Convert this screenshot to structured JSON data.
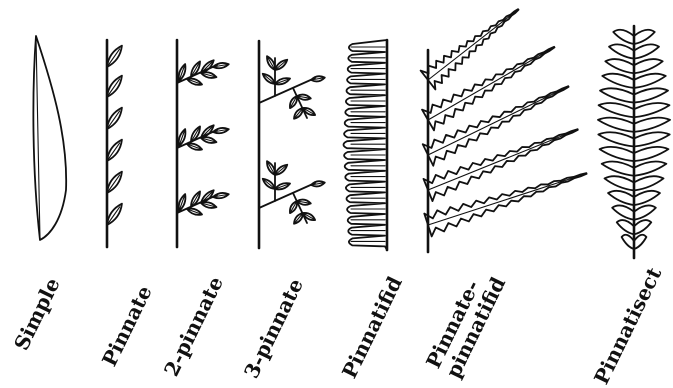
{
  "figure": {
    "types": [
      {
        "id": "simple",
        "label": [
          "Simple"
        ]
      },
      {
        "id": "pinnate",
        "label": [
          "Pinnate"
        ]
      },
      {
        "id": "2-pinnate",
        "label": [
          "2-pinnate"
        ]
      },
      {
        "id": "3-pinnate",
        "label": [
          "3-pinnate"
        ]
      },
      {
        "id": "pinnatifid",
        "label": [
          "Pinnatifid"
        ]
      },
      {
        "id": "pinnate-pinnatifid",
        "label": [
          "Pinnate-",
          "pinnatifid"
        ]
      },
      {
        "id": "pinnatisect",
        "label": [
          "Pinnatisect"
        ]
      }
    ]
  },
  "colors": {
    "ink": "#111111",
    "paper": "#ffffff"
  }
}
